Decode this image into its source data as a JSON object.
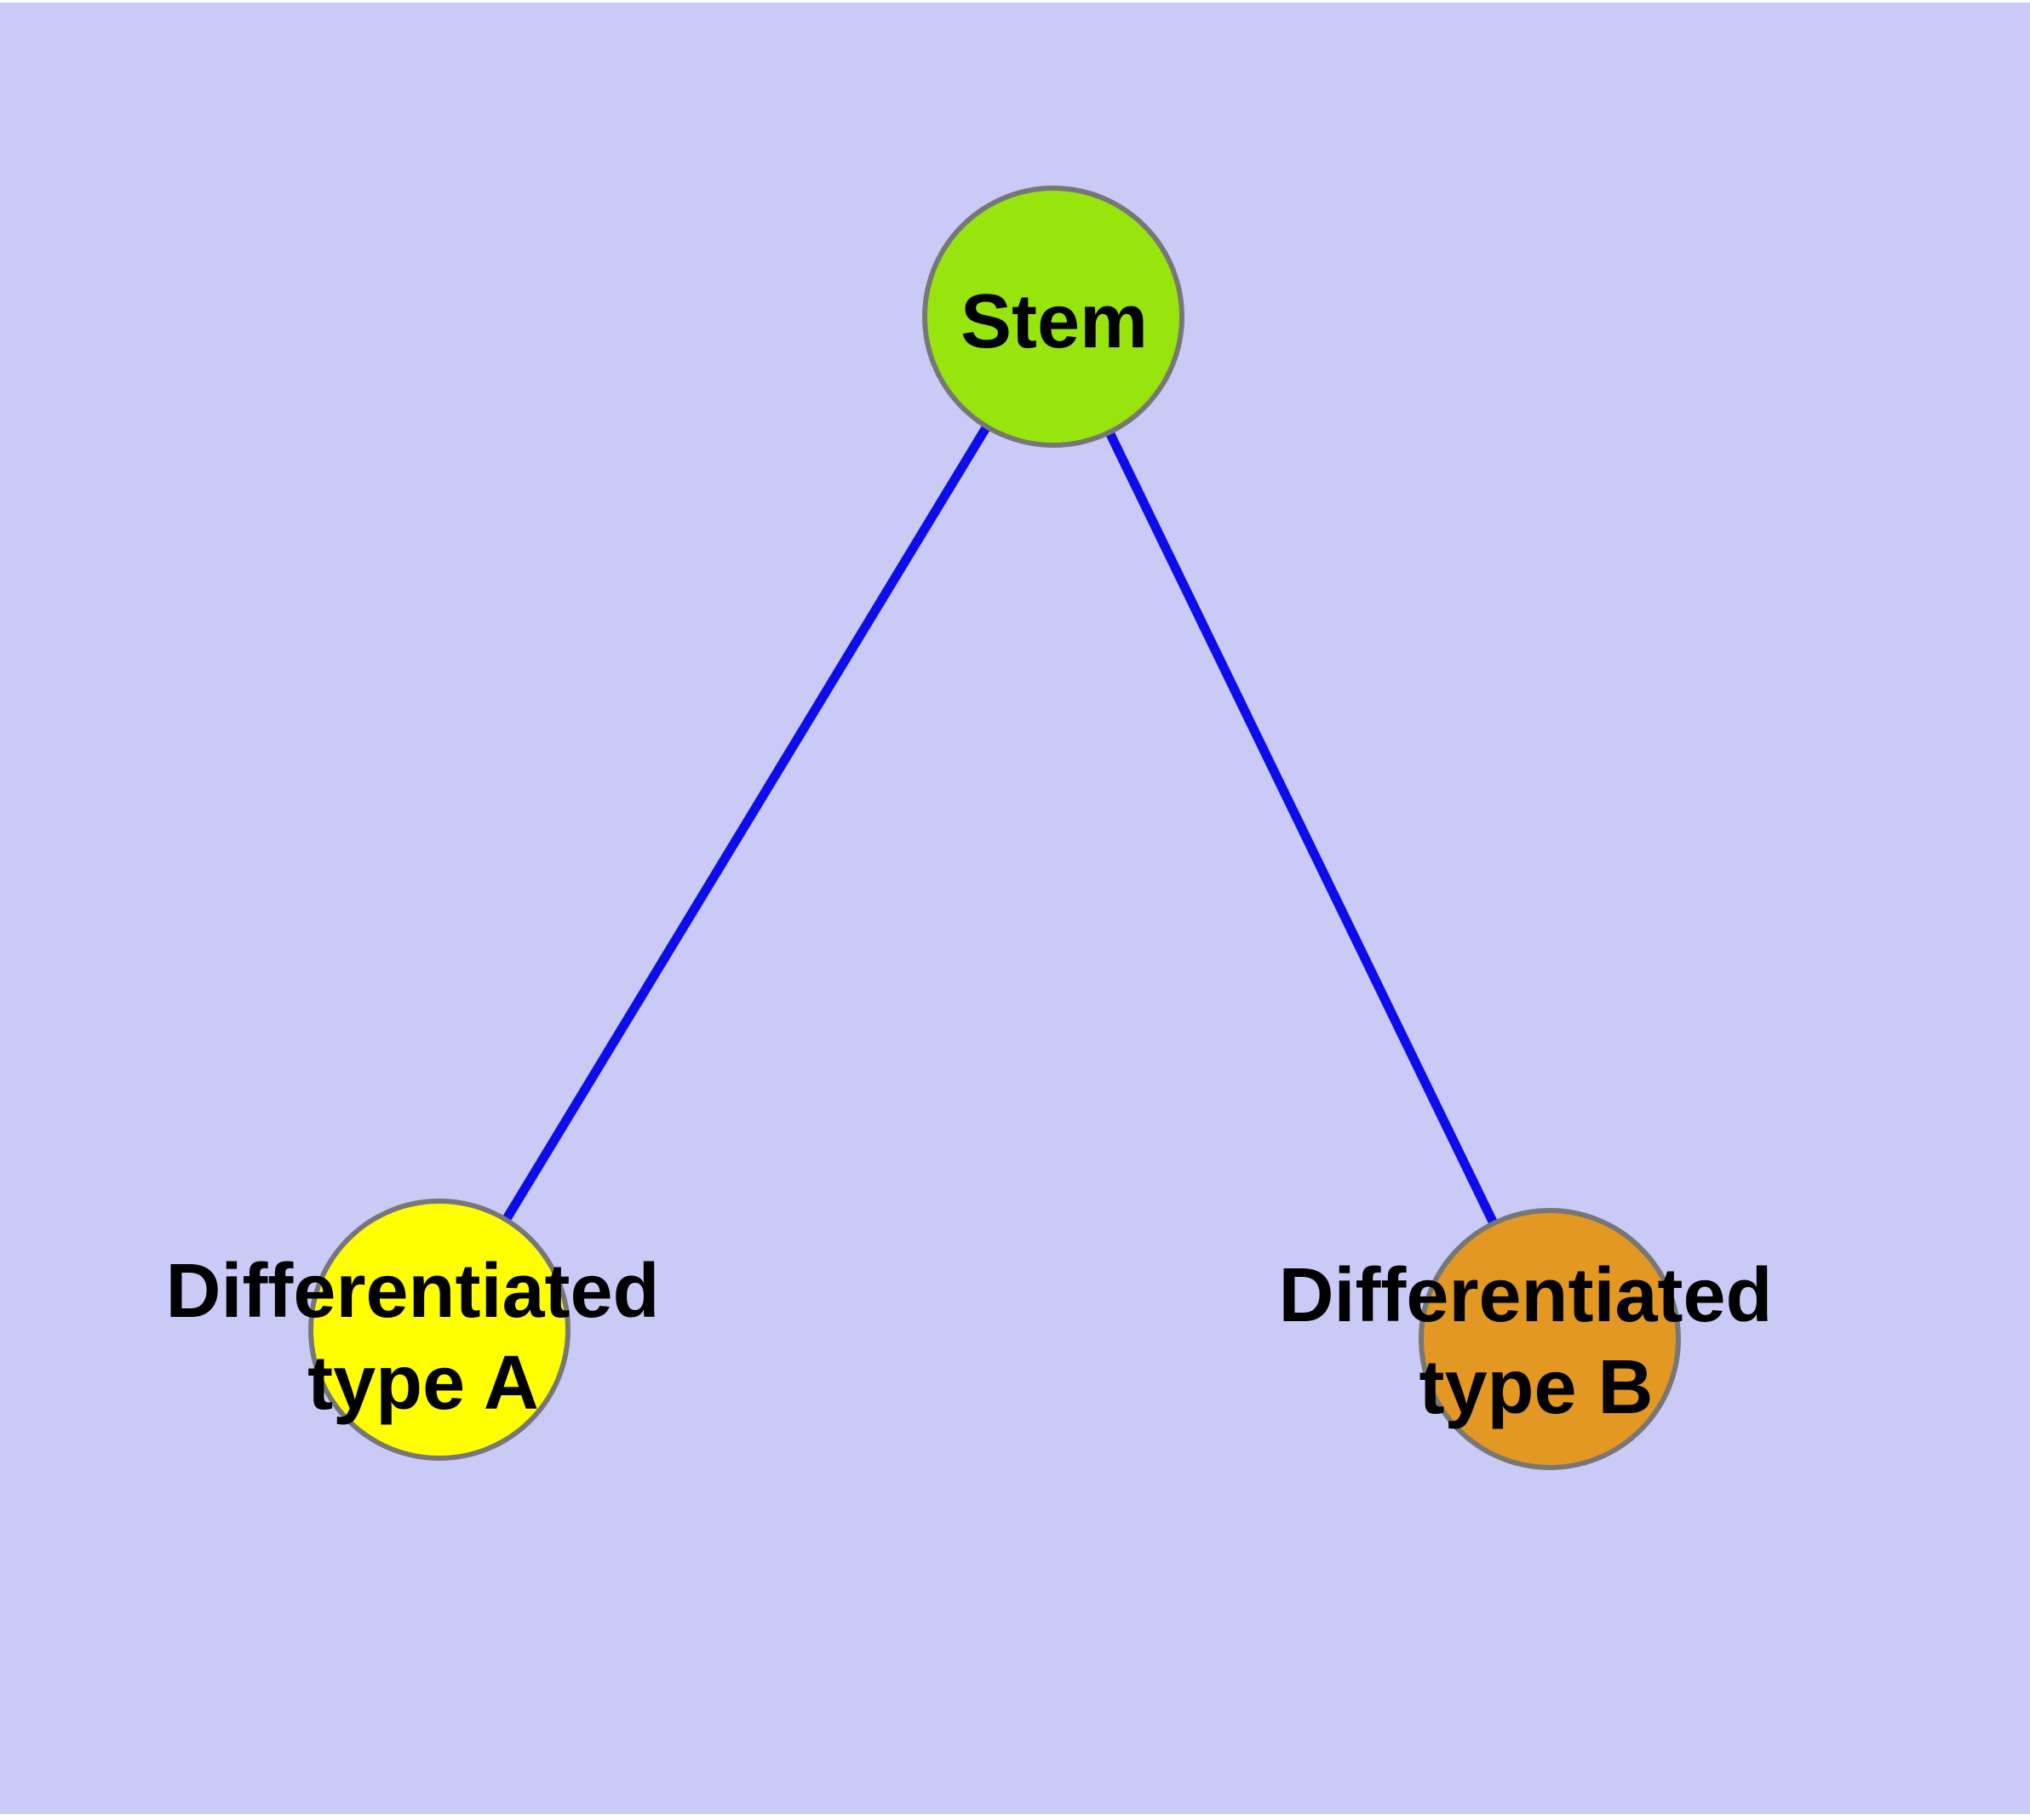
{
  "diagram": {
    "type": "node-link-graph",
    "description": "Stem cell differentiation tree: one stem node connected to two differentiated cell type nodes"
  },
  "colors": {
    "background": "#CACAF6",
    "node_stroke": "#777777",
    "edge": "#0D0DEC",
    "label": "#000000"
  },
  "nodes": {
    "stem": {
      "label": "Stem",
      "fill": "#97E50C"
    },
    "type_a": {
      "label_line1": "Differentiated",
      "label_line2": "type A",
      "label_full": "Differentiated type A",
      "fill": "#FFFF00"
    },
    "type_b": {
      "label_line1": "Differentiated",
      "label_line2": "type B",
      "label_full": "Differentiated type B",
      "fill": "#E29822"
    }
  },
  "edges": [
    {
      "from": "Stem",
      "to": "Differentiated type A"
    },
    {
      "from": "Stem",
      "to": "Differentiated type B"
    }
  ]
}
